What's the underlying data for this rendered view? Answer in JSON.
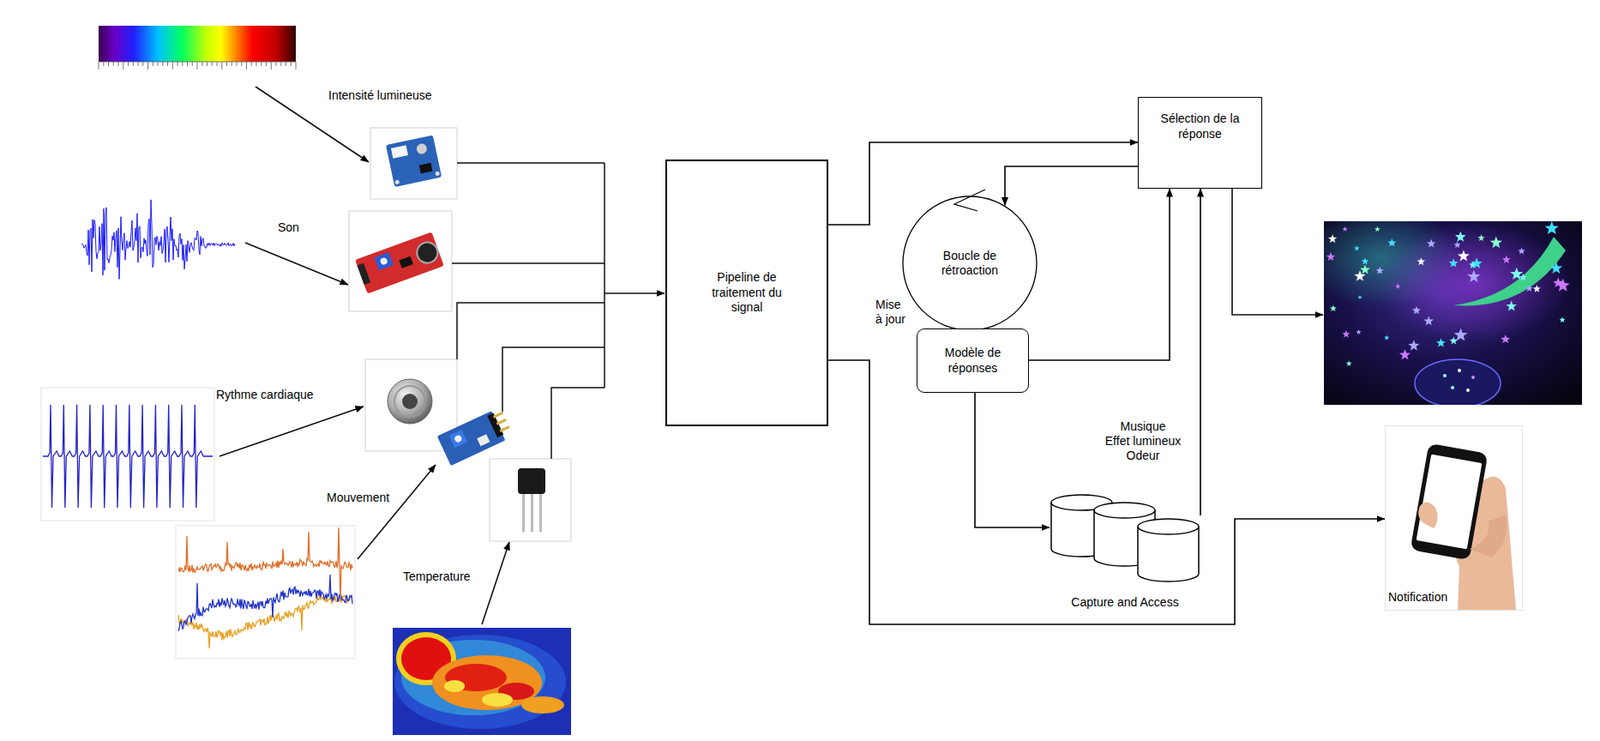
{
  "diagram": {
    "nodes": [
      {
        "text": [
          "Pipeline de traitement du signal"
        ]
      },
      {
        "text": [
          "Sélection de la réponse"
        ]
      },
      {
        "text": [
          "Boucle de rétroaction"
        ]
      },
      {
        "text": [
          "Modèle de réponses"
        ]
      },
      {
        "text": [
          "Capture and Access"
        ]
      },
      {
        "text": [
          "Notification"
        ]
      }
    ],
    "edges": [
      {
        "from": 0,
        "to": 1,
        "arrow": "to"
      },
      {
        "from": 1,
        "to": 2,
        "arrow": "to"
      },
      {
        "from": 3,
        "to": 1,
        "arrow": "to"
      },
      {
        "from": 3,
        "to": 4,
        "arrow": "to"
      },
      {
        "from": 4,
        "to": 1,
        "arrow": "to"
      },
      {
        "from": 0,
        "to": 5,
        "arrow": "to"
      }
    ],
    "labels": [
      "Intensité lumineuse",
      "Son",
      "Rythme cardiaque",
      "Mouvement",
      "Temperature",
      "Mise à jour",
      "Musique",
      "Effet lumineux",
      "Odeur"
    ]
  }
}
